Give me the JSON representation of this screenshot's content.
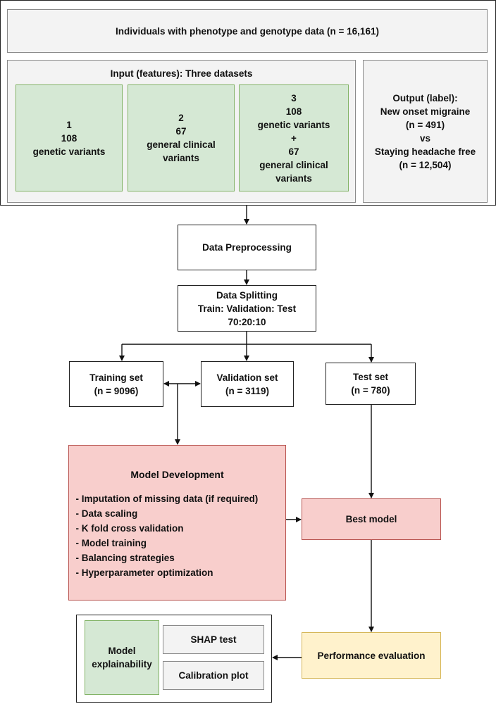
{
  "population": {
    "title": "Individuals with phenotype and genotype data (n = 16,161)"
  },
  "input": {
    "title": "Input (features): Three datasets",
    "datasets": [
      {
        "lines": [
          "1",
          "108",
          "genetic variants"
        ]
      },
      {
        "lines": [
          "2",
          "67",
          "general clinical",
          "variants"
        ]
      },
      {
        "lines": [
          "3",
          "108",
          "genetic variants",
          "+",
          "67",
          "general clinical",
          "variants"
        ]
      }
    ]
  },
  "output": {
    "lines": [
      "Output (label):",
      "New onset migraine",
      "(n = 491)",
      "vs",
      "Staying headache free",
      "(n = 12,504)"
    ]
  },
  "preprocessing": {
    "label": "Data Preprocessing"
  },
  "splitting": {
    "lines": [
      "Data Splitting",
      "Train: Validation: Test",
      "70:20:10"
    ]
  },
  "training_set": {
    "lines": [
      "Training set",
      "(n = 9096)"
    ]
  },
  "validation_set": {
    "lines": [
      "Validation set",
      "(n = 3119)"
    ]
  },
  "test_set": {
    "lines": [
      "Test set",
      "(n = 780)"
    ]
  },
  "model_development": {
    "title": "Model Development",
    "steps": [
      "- Imputation of missing data (if required)",
      "- Data scaling",
      "- K fold cross validation",
      "- Model training",
      "- Balancing strategies",
      "- Hyperparameter optimization"
    ]
  },
  "best_model": {
    "label": "Best model"
  },
  "performance": {
    "label": "Performance evaluation"
  },
  "explainability": {
    "label_lines": [
      "Model",
      "explainability"
    ],
    "shap": "SHAP test",
    "calibration": "Calibration plot"
  },
  "colors": {
    "green_fill": "#d5e8d4",
    "red_fill": "#f8cecc",
    "yellow_fill": "#fff2cc",
    "gray_fill": "#f3f3f3"
  }
}
